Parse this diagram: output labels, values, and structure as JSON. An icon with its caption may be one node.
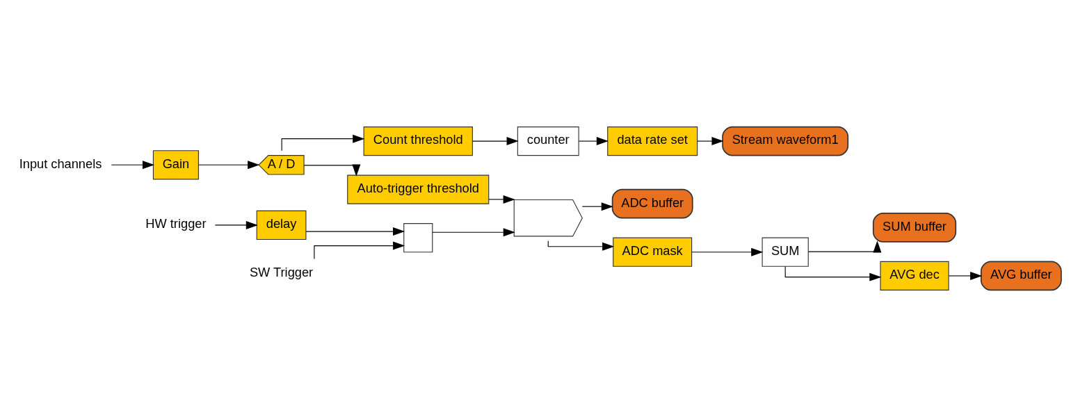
{
  "diagram": {
    "nodes": [
      {
        "text": [
          "Input channels"
        ]
      },
      {
        "text": [
          "Gain"
        ]
      },
      {
        "text": [
          "A / D"
        ]
      },
      {
        "text": [
          "Count threshold"
        ]
      },
      {
        "text": [
          "counter"
        ]
      },
      {
        "text": [
          "data rate set"
        ]
      },
      {
        "text": [
          "Stream waveform1"
        ]
      },
      {
        "text": [
          "Auto-trigger threshold"
        ]
      },
      {
        "text": [],
        "shape": "gate"
      },
      {
        "text": [
          "ADC buffer"
        ]
      },
      {
        "text": [
          "HW trigger"
        ]
      },
      {
        "text": [
          "delay"
        ]
      },
      {
        "text": [],
        "shape": "box"
      },
      {
        "text": [
          "SW Trigger"
        ]
      },
      {
        "text": [
          "ADC mask"
        ]
      },
      {
        "text": [
          "SUM"
        ]
      },
      {
        "text": [
          "SUM buffer"
        ]
      },
      {
        "text": [
          "AVG dec"
        ]
      },
      {
        "text": [
          "AVG buffer"
        ]
      }
    ],
    "edges": [
      {
        "from": 0,
        "to": 1,
        "arrow": "to"
      },
      {
        "from": 1,
        "to": 2,
        "arrow": "to"
      },
      {
        "from": 2,
        "to": 3,
        "arrow": "to"
      },
      {
        "from": 2,
        "to": 7,
        "arrow": "to"
      },
      {
        "from": 3,
        "to": 4,
        "arrow": "to"
      },
      {
        "from": 4,
        "to": 5,
        "arrow": "to"
      },
      {
        "from": 5,
        "to": 6,
        "arrow": "to"
      },
      {
        "from": 7,
        "to": 8,
        "arrow": "to"
      },
      {
        "from": 12,
        "to": 8,
        "arrow": "to"
      },
      {
        "from": 8,
        "to": 9,
        "arrow": "to"
      },
      {
        "from": 8,
        "to": 14,
        "arrow": "to"
      },
      {
        "from": 10,
        "to": 11,
        "arrow": "to"
      },
      {
        "from": 11,
        "to": 12,
        "arrow": "to"
      },
      {
        "from": 13,
        "to": 12,
        "arrow": "to"
      },
      {
        "from": 14,
        "to": 15,
        "arrow": "to"
      },
      {
        "from": 15,
        "to": 16,
        "arrow": "to"
      },
      {
        "from": 15,
        "to": 17,
        "arrow": "to"
      },
      {
        "from": 17,
        "to": 18,
        "arrow": "to"
      }
    ]
  }
}
